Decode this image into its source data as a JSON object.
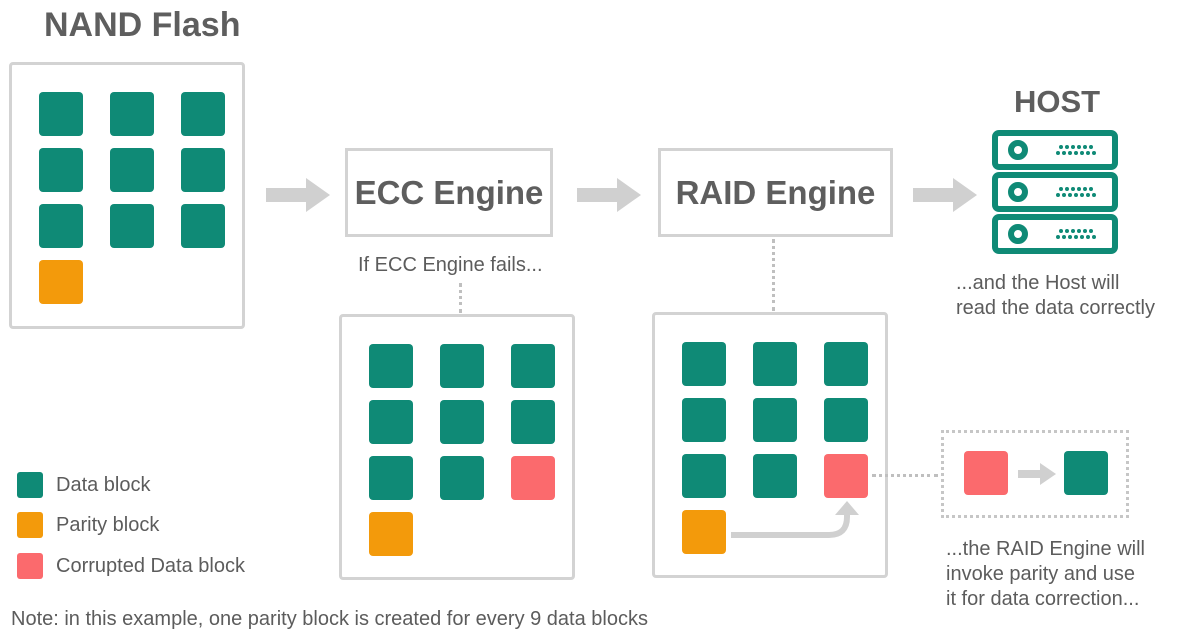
{
  "nand": {
    "title": "NAND Flash"
  },
  "ecc": {
    "label": "ECC Engine",
    "fail_note": "If ECC Engine fails..."
  },
  "raid": {
    "label": "RAID Engine",
    "note": [
      "...the RAID Engine will",
      "invoke parity and use",
      "it for data correction..."
    ]
  },
  "host": {
    "title": "HOST",
    "note": [
      "...and the Host will",
      "read the data correctly"
    ]
  },
  "legend": [
    {
      "label": "Data block",
      "color": "#0f8a76"
    },
    {
      "label": "Parity block",
      "color": "#f39a0b"
    },
    {
      "label": "Corrupted Data block",
      "color": "#fb6a6d"
    }
  ],
  "footnote": "Note: in this example, one parity block is created for every 9 data blocks",
  "colors": {
    "data": "#0f8a76",
    "parity": "#f39a0b",
    "corrupted": "#fb6a6d",
    "border": "#d3d3d3",
    "arrow": "#d0d0d0"
  }
}
